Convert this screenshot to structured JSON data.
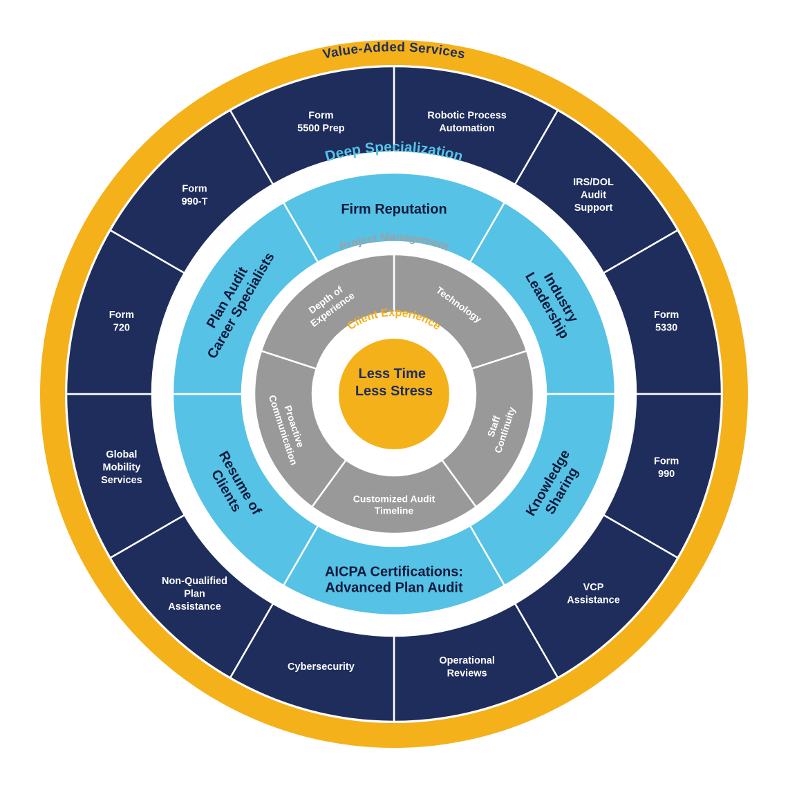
{
  "colors": {
    "gold": "#f4b11a",
    "navy": "#1e2d5c",
    "light_blue": "#56c2e6",
    "gray": "#999999",
    "white": "#ffffff",
    "dark_text": "#0e1a3a"
  },
  "rings": {
    "value_added_services": "Value-Added Services",
    "deep_specialization": "Deep Specialization",
    "project_management": "Project Management",
    "client_experience": "Client Experience"
  },
  "center": {
    "lines": [
      "Less Time",
      "Less Stress"
    ]
  },
  "outer_segments": [
    {
      "lines": [
        "Robotic Process",
        "Automation"
      ]
    },
    {
      "lines": [
        "IRS/DOL",
        "Audit",
        "Support"
      ]
    },
    {
      "lines": [
        "Form",
        "5330"
      ]
    },
    {
      "lines": [
        "Form",
        "990"
      ]
    },
    {
      "lines": [
        "VCP",
        "Assistance"
      ]
    },
    {
      "lines": [
        "Operational",
        "Reviews"
      ]
    },
    {
      "lines": [
        "Cybersecurity"
      ]
    },
    {
      "lines": [
        "Non-Qualified",
        "Plan",
        "Assistance"
      ]
    },
    {
      "lines": [
        "Global",
        "Mobility",
        "Services"
      ]
    },
    {
      "lines": [
        "Form",
        "720"
      ]
    },
    {
      "lines": [
        "Form",
        "990-T"
      ]
    },
    {
      "lines": [
        "Form",
        "5500 Prep"
      ]
    }
  ],
  "specialization_segments": [
    {
      "lines": [
        "Firm Reputation"
      ]
    },
    {
      "lines": [
        "Industry",
        "Leadership"
      ]
    },
    {
      "lines": [
        "Knowledge",
        "Sharing"
      ]
    },
    {
      "lines": [
        "AICPA Certifications:",
        "Advanced Plan Audit"
      ]
    },
    {
      "lines": [
        "Resume of",
        "Clients"
      ]
    },
    {
      "lines": [
        "Plan Audit",
        "Career Specialists"
      ]
    }
  ],
  "project_segments": [
    {
      "lines": [
        "Technology"
      ]
    },
    {
      "lines": [
        "Staff",
        "Continuity"
      ]
    },
    {
      "lines": [
        "Customized Audit",
        "Timeline"
      ]
    },
    {
      "lines": [
        "Proactive",
        "Communication"
      ]
    },
    {
      "lines": [
        "Depth of",
        "Experience"
      ]
    }
  ]
}
